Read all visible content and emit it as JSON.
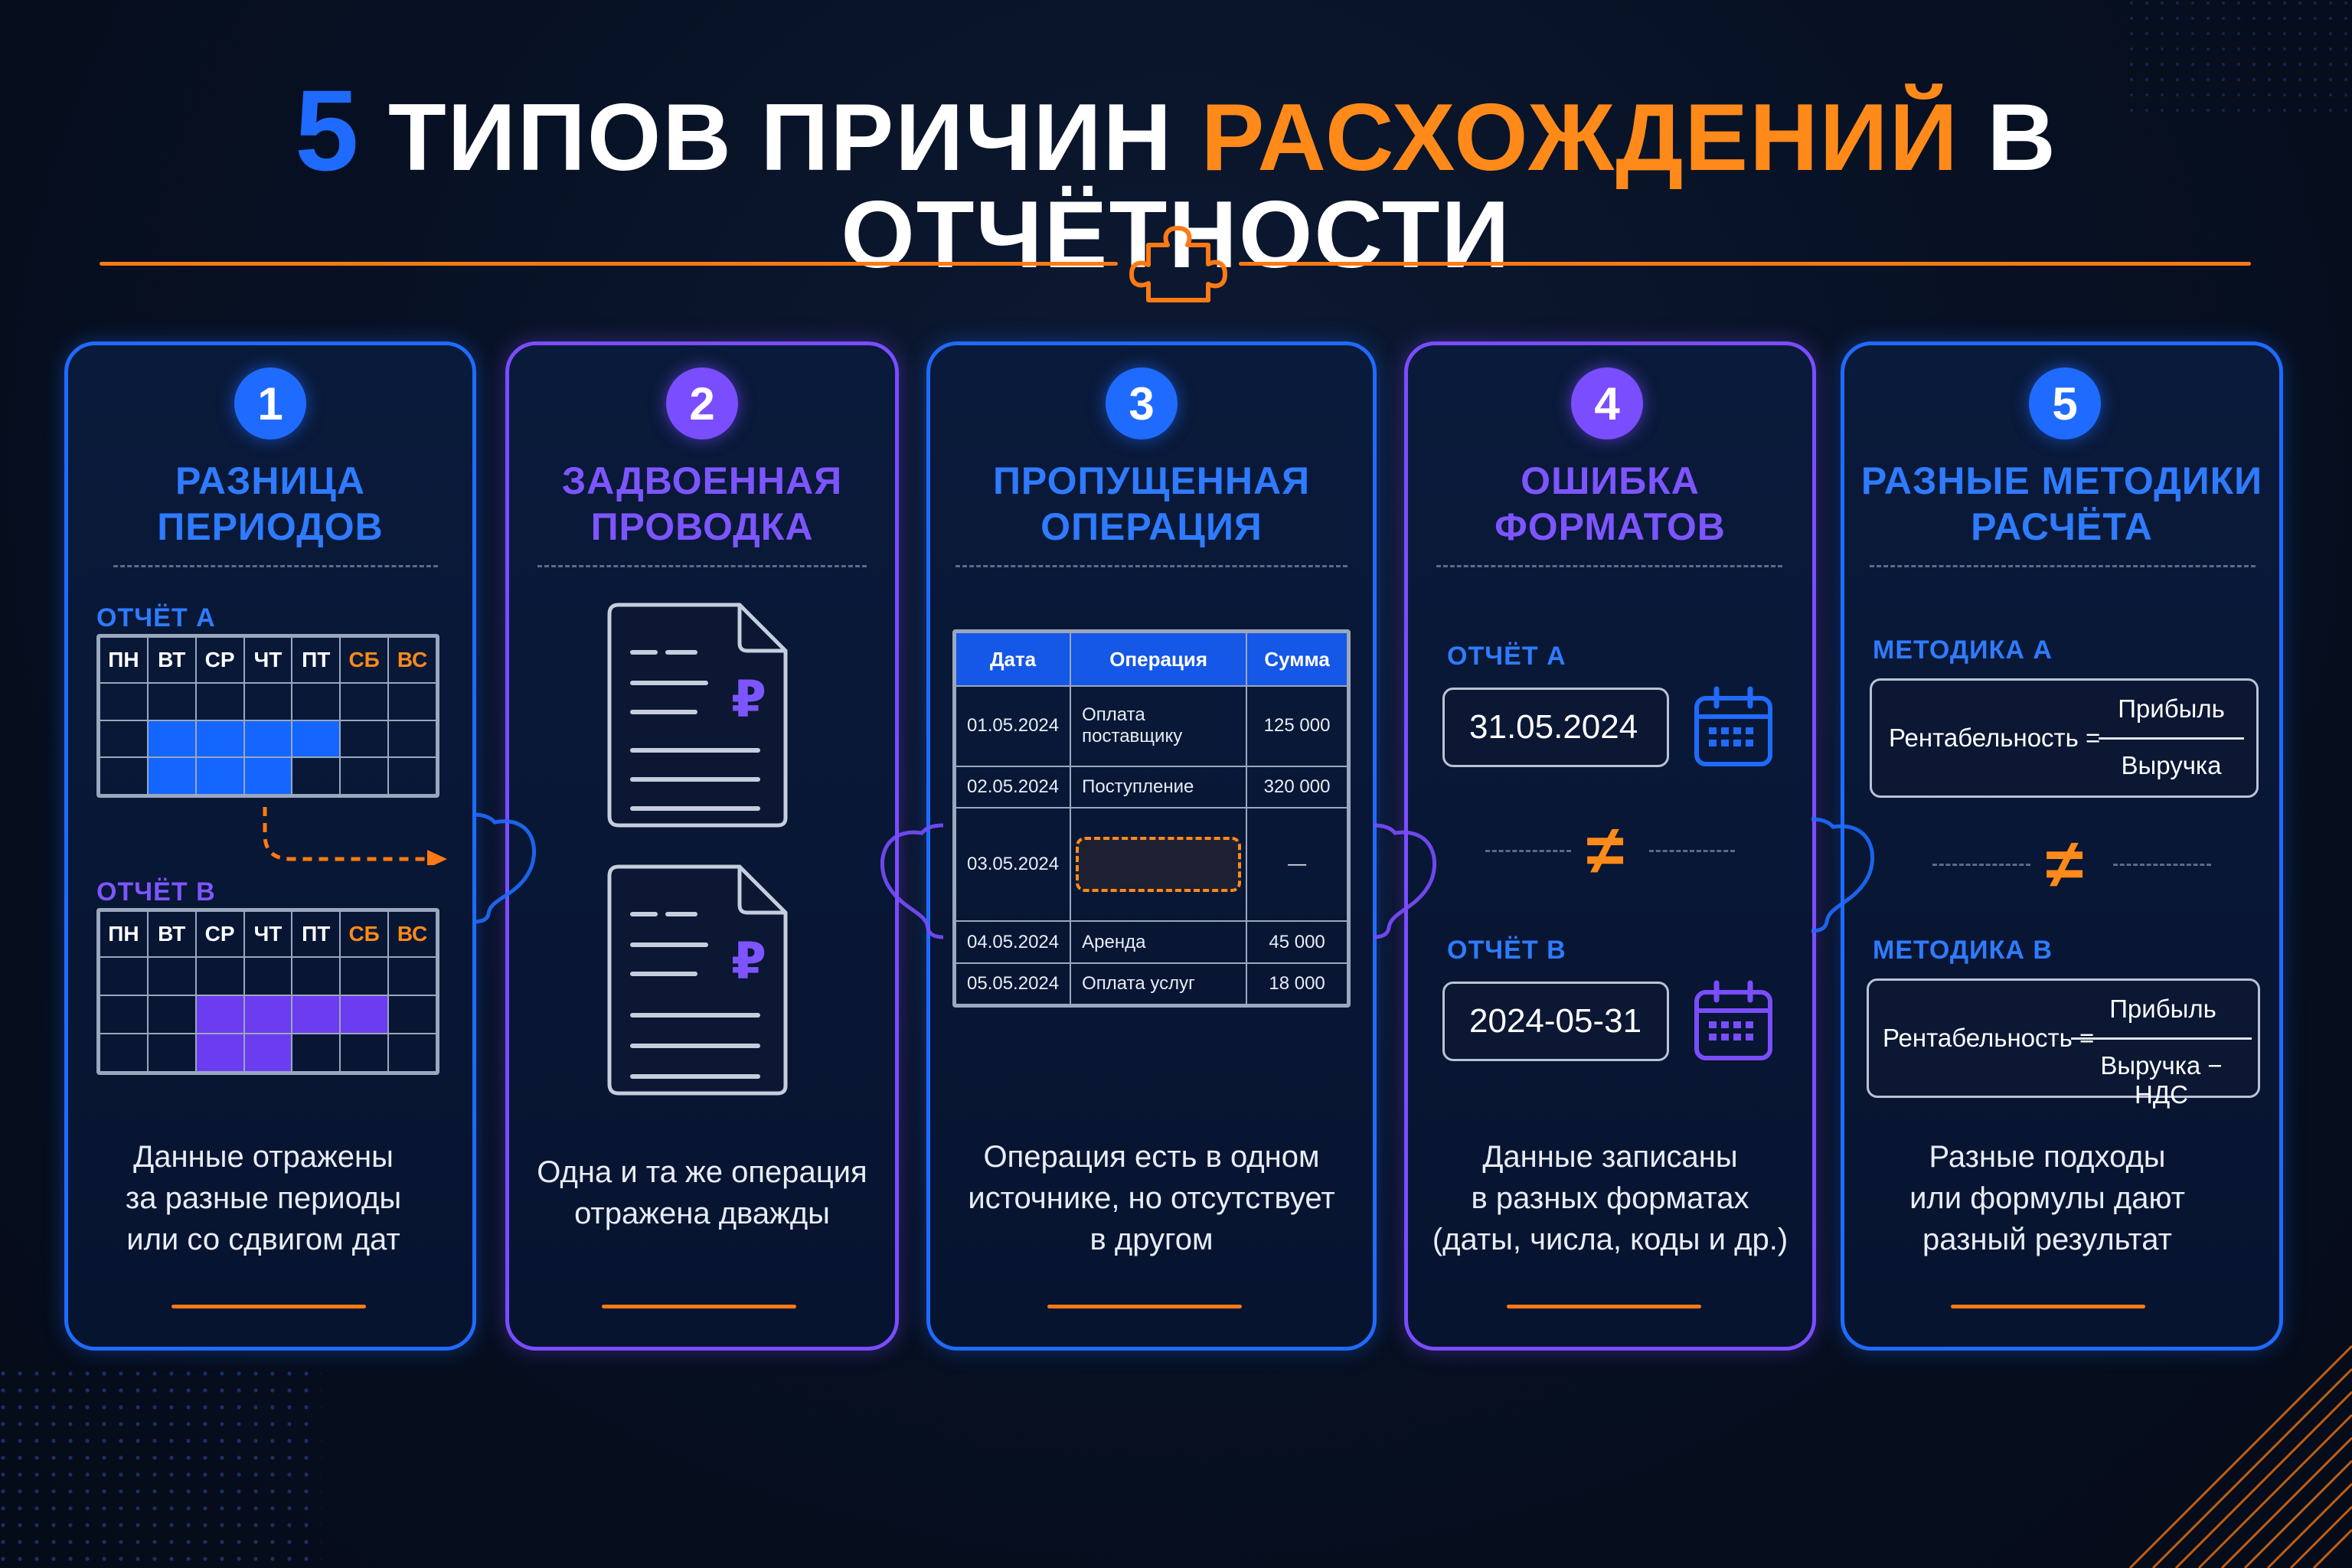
{
  "header": {
    "num": "5",
    "part1": "ТИПОВ ПРИЧИН",
    "part2": "РАСХОЖДЕНИЙ",
    "part3": "В ОТЧЁТНОСТИ"
  },
  "colors": {
    "blue": "#1f6bff",
    "purple": "#7a4dff",
    "orange": "#ff8a1a",
    "background": "#071022"
  },
  "days": [
    "ПН",
    "ВТ",
    "СР",
    "ЧТ",
    "ПТ",
    "СБ",
    "ВС"
  ],
  "cards": [
    {
      "number": "1",
      "title_line1": "РАЗНИЦА",
      "title_line2": "ПЕРИОДОВ",
      "label_a": "ОТЧЁТ А",
      "label_b": "ОТЧЁТ В",
      "desc_line1": "Данные отражены",
      "desc_line2": "за разные периоды",
      "desc_line3": "или со сдвигом дат",
      "icon": "arrow-right-dashed-icon"
    },
    {
      "number": "2",
      "title_line1": "ЗАДВОЕННАЯ",
      "title_line2": "ПРОВОДКА",
      "ruble": "₽",
      "desc_line1": "Одна и та же операция",
      "desc_line2": "отражена дважды",
      "icon": "document-ruble-icon"
    },
    {
      "number": "3",
      "title_line1": "ПРОПУЩЕННАЯ",
      "title_line2": "ОПЕРАЦИЯ",
      "table": {
        "headers": [
          "Дата",
          "Операция",
          "Сумма"
        ],
        "rows": [
          [
            "01.05.2024",
            "Оплата поставщику",
            "125 000"
          ],
          [
            "02.05.2024",
            "Поступление",
            "320 000"
          ],
          [
            "03.05.2024",
            "",
            "—"
          ],
          [
            "04.05.2024",
            "Аренда",
            "45 000"
          ],
          [
            "05.05.2024",
            "Оплата услуг",
            "18 000"
          ]
        ]
      },
      "desc_line1": "Операция есть в одном",
      "desc_line2": "источнике, но отсутствует",
      "desc_line3": "в другом"
    },
    {
      "number": "4",
      "title_line1": "ОШИБКА",
      "title_line2": "ФОРМАТОВ",
      "label_a": "ОТЧЁТ А",
      "date_a": "31.05.2024",
      "label_b": "ОТЧЁТ В",
      "date_b": "2024-05-31",
      "neq": "≠",
      "desc_line1": "Данные записаны",
      "desc_line2": "в разных форматах",
      "desc_line3": "(даты, числа, коды и др.)",
      "icon": "calendar-icon"
    },
    {
      "number": "5",
      "title_line1": "РАЗНЫЕ МЕТОДИКИ",
      "title_line2": "РАСЧЁТА",
      "label_a": "МЕТОДИКА А",
      "label_b": "МЕТОДИКА В",
      "formula_left": "Рентабельность =",
      "formula_a_num": "Прибыль",
      "formula_a_den": "Выручка",
      "formula_b_num": "Прибыль",
      "formula_b_den": "Выручка − НДС",
      "neq": "≠",
      "desc_line1": "Разные подходы",
      "desc_line2": "или формулы дают",
      "desc_line3": "разный результат"
    }
  ]
}
